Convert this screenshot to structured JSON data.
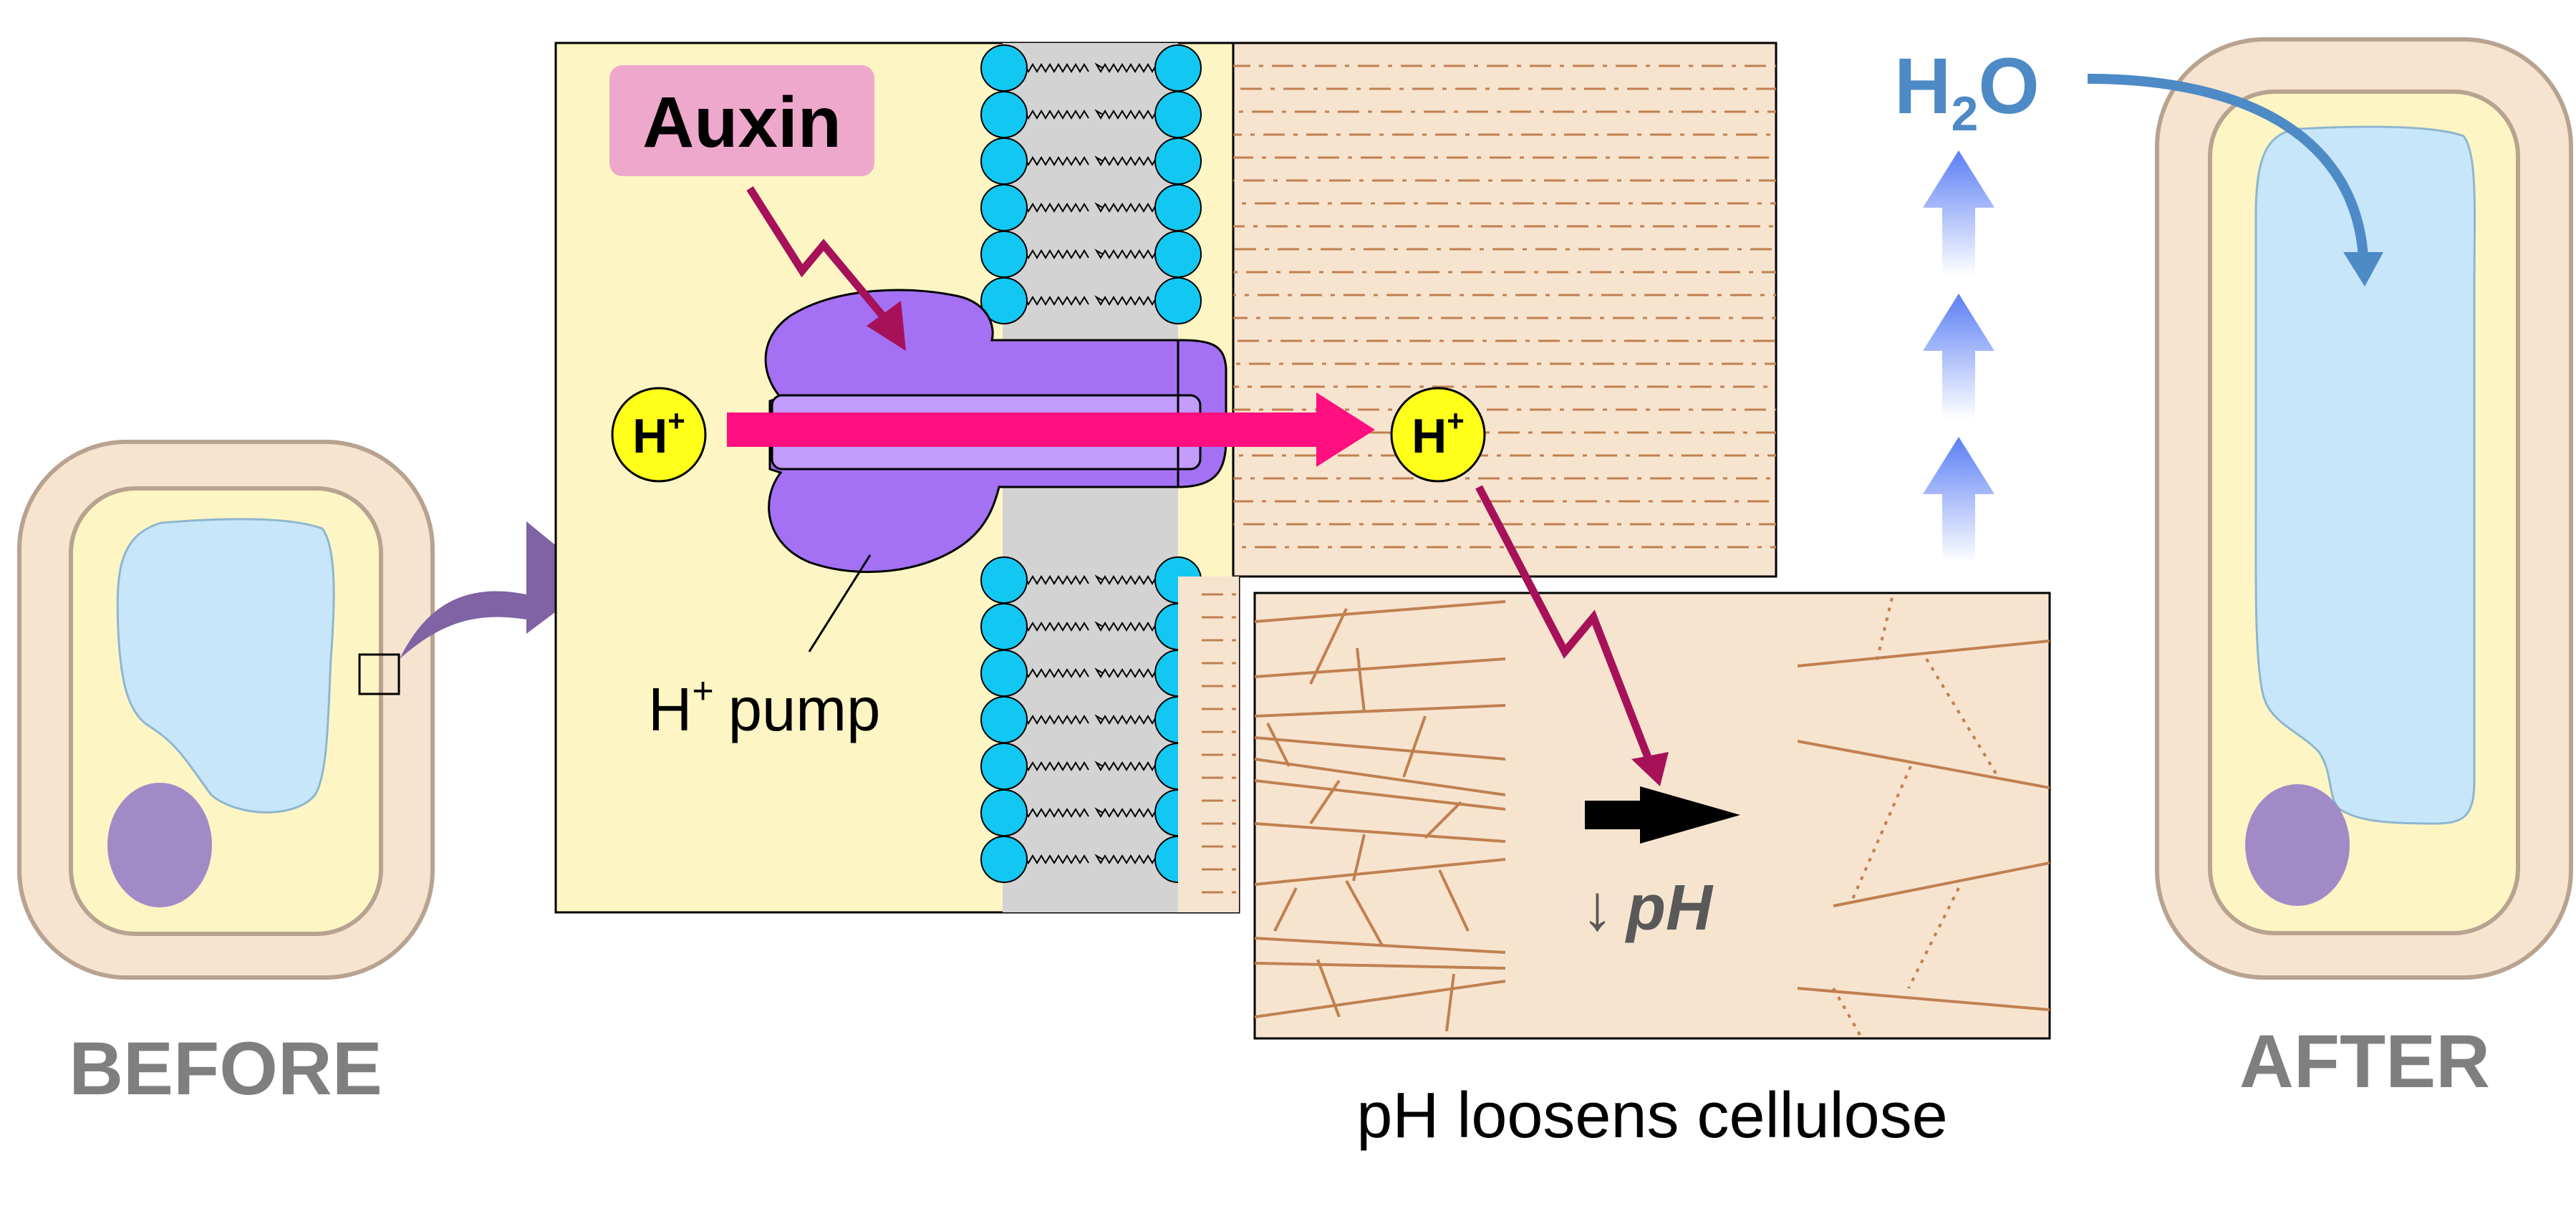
{
  "labels": {
    "before": "BEFORE",
    "after": "AFTER",
    "auxin": "Auxin",
    "h_ion": "H",
    "h_ion_charge": "+",
    "h_pump_h": "H",
    "h_pump_charge": "+",
    "h_pump_word": "pump",
    "ph_arrow": "↓",
    "ph_text": "pH",
    "ph_loosens": "pH loosens cellulose",
    "water_h": "H",
    "water_sub": "2",
    "water_o": "O"
  },
  "colors": {
    "cell_wall": "#f7e4cf",
    "cell_wall_stroke": "#b8a290",
    "cytoplasm": "#fdf6c4",
    "vacuole": "#c7e6fa",
    "nucleus": "#a08bc6",
    "pump": "#a471f5",
    "proton_arrow": "#ff0f7f",
    "signal_arrow": "#a6115a",
    "phospholipid_head": "#12c8f2",
    "membrane_core": "#d3d3d3",
    "proton": "#ffff1a",
    "auxin_box": "#eea8cc",
    "water": "#4d8ac6",
    "label_gray": "#7f7f7f",
    "fiber": "#c08050"
  }
}
